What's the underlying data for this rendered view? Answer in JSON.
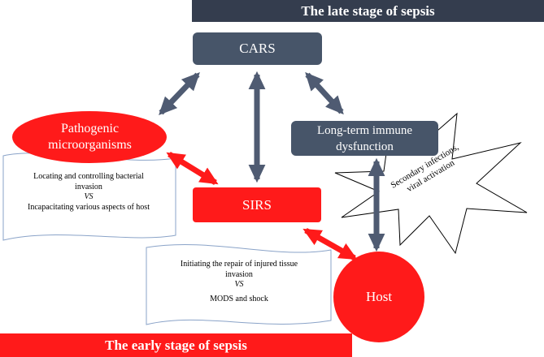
{
  "banners": {
    "late_stage": "The late stage of sepsis",
    "early_stage": "The early stage of sepsis"
  },
  "nodes": {
    "cars": "CARS",
    "long_term_line1": "Long-term immune",
    "long_term_line2": "dysfunction",
    "sirs": "SIRS",
    "pathogen_line1": "Pathogenic",
    "pathogen_line2": "microorganisms",
    "host": "Host"
  },
  "notes": {
    "pathogen_note": {
      "line1": "Locating  and  controlling  bacterial",
      "line2": "invasion",
      "vs": "VS",
      "line3": "Incapacitating  various  aspects of host"
    },
    "sirs_note": {
      "line1": "Initiating  the  repair  of  injured  tissue",
      "line2": "invasion",
      "vs": "VS",
      "line3": "MODS and shock"
    },
    "burst": {
      "line1": "Secondary infections,",
      "line2": "viral activation"
    }
  },
  "colors": {
    "dark_slate": "#343d4e",
    "slate_box": "#475569",
    "red": "#ff1a1a",
    "arrow_slate": "#4f5b72"
  }
}
